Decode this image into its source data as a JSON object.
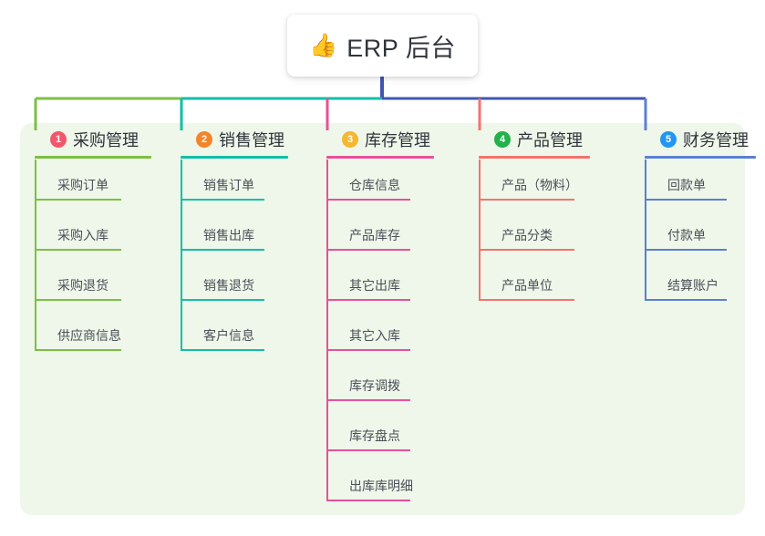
{
  "root": {
    "icon": "thumbs-up-icon",
    "emoji": "👍",
    "title": "ERP 后台"
  },
  "palette": {
    "page_background": "#ffffff",
    "panel_background": "#eef7ea",
    "trunk": "#4055b4",
    "col1": "#7cc043",
    "col2": "#11bfa6",
    "col3": "#e8509b",
    "col4": "#f4736d",
    "col5": "#5b7fd4",
    "badge1": "#f1566b",
    "badge2": "#f4842a",
    "badge3": "#f5b731",
    "badge4": "#22b14c",
    "badge5": "#2196f3",
    "title_text": "#30343c",
    "item_text": "#4a4f57"
  },
  "columns": [
    {
      "number": "1",
      "title": "采购管理",
      "badge_color": "#f1566b",
      "line_color": "#7cc043",
      "items": [
        "采购订单",
        "采购入库",
        "采购退货",
        "供应商信息"
      ]
    },
    {
      "number": "2",
      "title": "销售管理",
      "badge_color": "#f4842a",
      "line_color": "#11bfa6",
      "items": [
        "销售订单",
        "销售出库",
        "销售退货",
        "客户信息"
      ]
    },
    {
      "number": "3",
      "title": "库存管理",
      "badge_color": "#f5b731",
      "line_color": "#e8509b",
      "items": [
        "仓库信息",
        "产品库存",
        "其它出库",
        "其它入库",
        "库存调拨",
        "库存盘点",
        "出库库明细"
      ]
    },
    {
      "number": "4",
      "title": "产品管理",
      "badge_color": "#22b14c",
      "line_color": "#f4736d",
      "items": [
        "产品（物料）",
        "产品分类",
        "产品单位"
      ]
    },
    {
      "number": "5",
      "title": "财务管理",
      "badge_color": "#2196f3",
      "line_color": "#5b7fd4",
      "items": [
        "回款单",
        "付款单",
        "结算账户"
      ]
    }
  ]
}
